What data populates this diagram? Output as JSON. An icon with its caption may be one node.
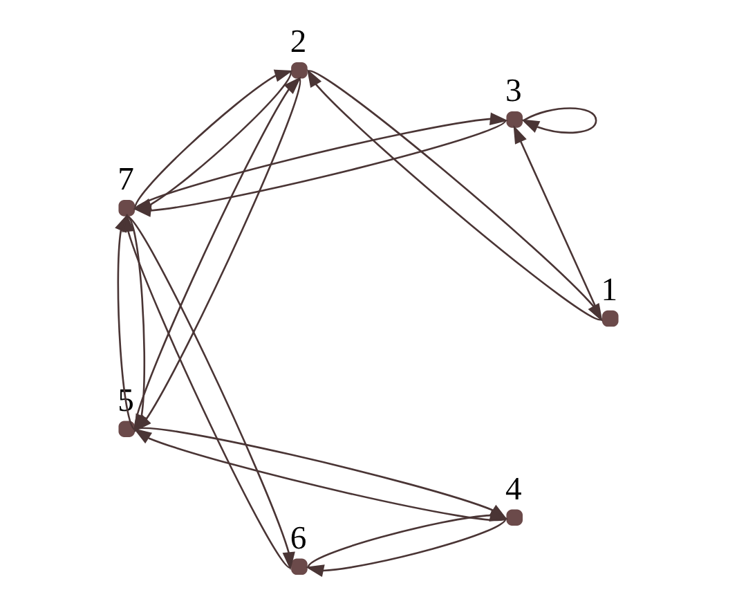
{
  "diagram": {
    "nodes": [
      {
        "text": [],
        "shape": "circle",
        "beside": [
          "1"
        ]
      },
      {
        "text": [],
        "shape": "circle",
        "beside": [
          "2"
        ]
      },
      {
        "text": [],
        "shape": "circle",
        "beside": [
          "3"
        ]
      },
      {
        "text": [],
        "shape": "circle",
        "beside": [
          "4"
        ]
      },
      {
        "text": [],
        "shape": "circle",
        "beside": [
          "5"
        ]
      },
      {
        "text": [],
        "shape": "circle",
        "beside": [
          "6"
        ]
      },
      {
        "text": [],
        "shape": "circle",
        "beside": [
          "7"
        ]
      }
    ],
    "edges": [
      {
        "from": 0,
        "to": 1,
        "arrow": "to"
      },
      {
        "from": 1,
        "to": 0,
        "arrow": "to"
      },
      {
        "from": 0,
        "to": 2,
        "arrow": "to"
      },
      {
        "from": 6,
        "to": 1,
        "arrow": "to"
      },
      {
        "from": 1,
        "to": 6,
        "arrow": "to"
      },
      {
        "from": 4,
        "to": 1,
        "arrow": "to"
      },
      {
        "from": 1,
        "to": 4,
        "arrow": "to"
      },
      {
        "from": 6,
        "to": 2,
        "arrow": "to"
      },
      {
        "from": 2,
        "to": 6,
        "arrow": "to"
      },
      {
        "from": 2,
        "to": 2,
        "arrow": "to"
      },
      {
        "from": 6,
        "to": 5,
        "arrow": "to"
      },
      {
        "from": 5,
        "to": 6,
        "arrow": "to"
      },
      {
        "from": 6,
        "to": 4,
        "arrow": "to"
      },
      {
        "from": 4,
        "to": 6,
        "arrow": "to"
      },
      {
        "from": 5,
        "to": 3,
        "arrow": "to"
      },
      {
        "from": 3,
        "to": 5,
        "arrow": "to"
      },
      {
        "from": 4,
        "to": 3,
        "arrow": "to"
      },
      {
        "from": 3,
        "to": 4,
        "arrow": "to"
      }
    ]
  }
}
